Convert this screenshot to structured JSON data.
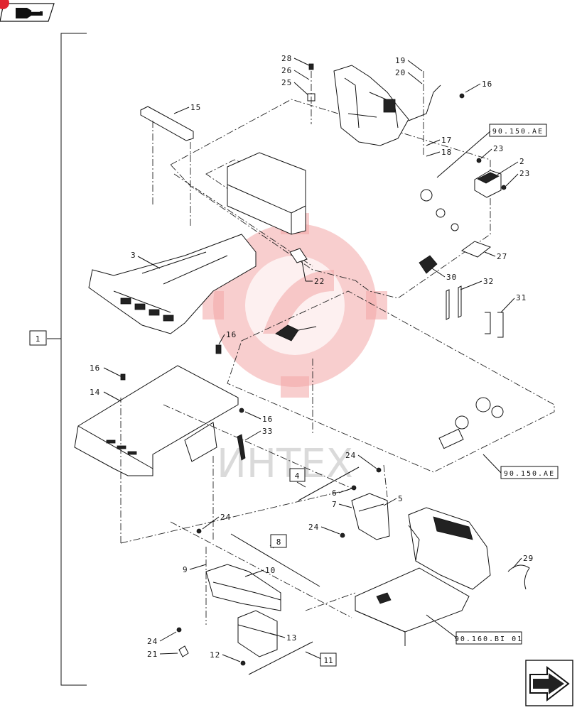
{
  "nav": {
    "top_icon": "pointer-hand-icon",
    "bottom_icon": "next-arrow-icon",
    "badge_color": "#e0242f"
  },
  "watermark": {
    "text": "ИНТЕХ"
  },
  "main_label": "1",
  "group_labels": [
    "4",
    "8",
    "11"
  ],
  "reference_labels": {
    "ref_top": "90.150.AE",
    "ref_mid": "90.150.AE",
    "ref_bottom": "90.160.BI 01"
  },
  "callouts": {
    "c28": "28",
    "c26": "26",
    "c25": "25",
    "c19": "19",
    "c20": "20",
    "c16a": "16",
    "c15": "15",
    "c17": "17",
    "c18": "18",
    "c23a": "23",
    "c2": "2",
    "c23b": "23",
    "c3": "3",
    "c27": "27",
    "c22": "22",
    "c30": "30",
    "c32": "32",
    "c31": "31",
    "c16b": "16",
    "c16c": "16",
    "c14": "14",
    "c16d": "16",
    "c33": "33",
    "c24a": "24",
    "c6": "6",
    "c7": "7",
    "c5": "5",
    "c24b": "24",
    "c24c": "24",
    "c9": "9",
    "c10": "10",
    "c29": "29",
    "c24d": "24",
    "c13": "13",
    "c21": "21",
    "c12": "12"
  }
}
